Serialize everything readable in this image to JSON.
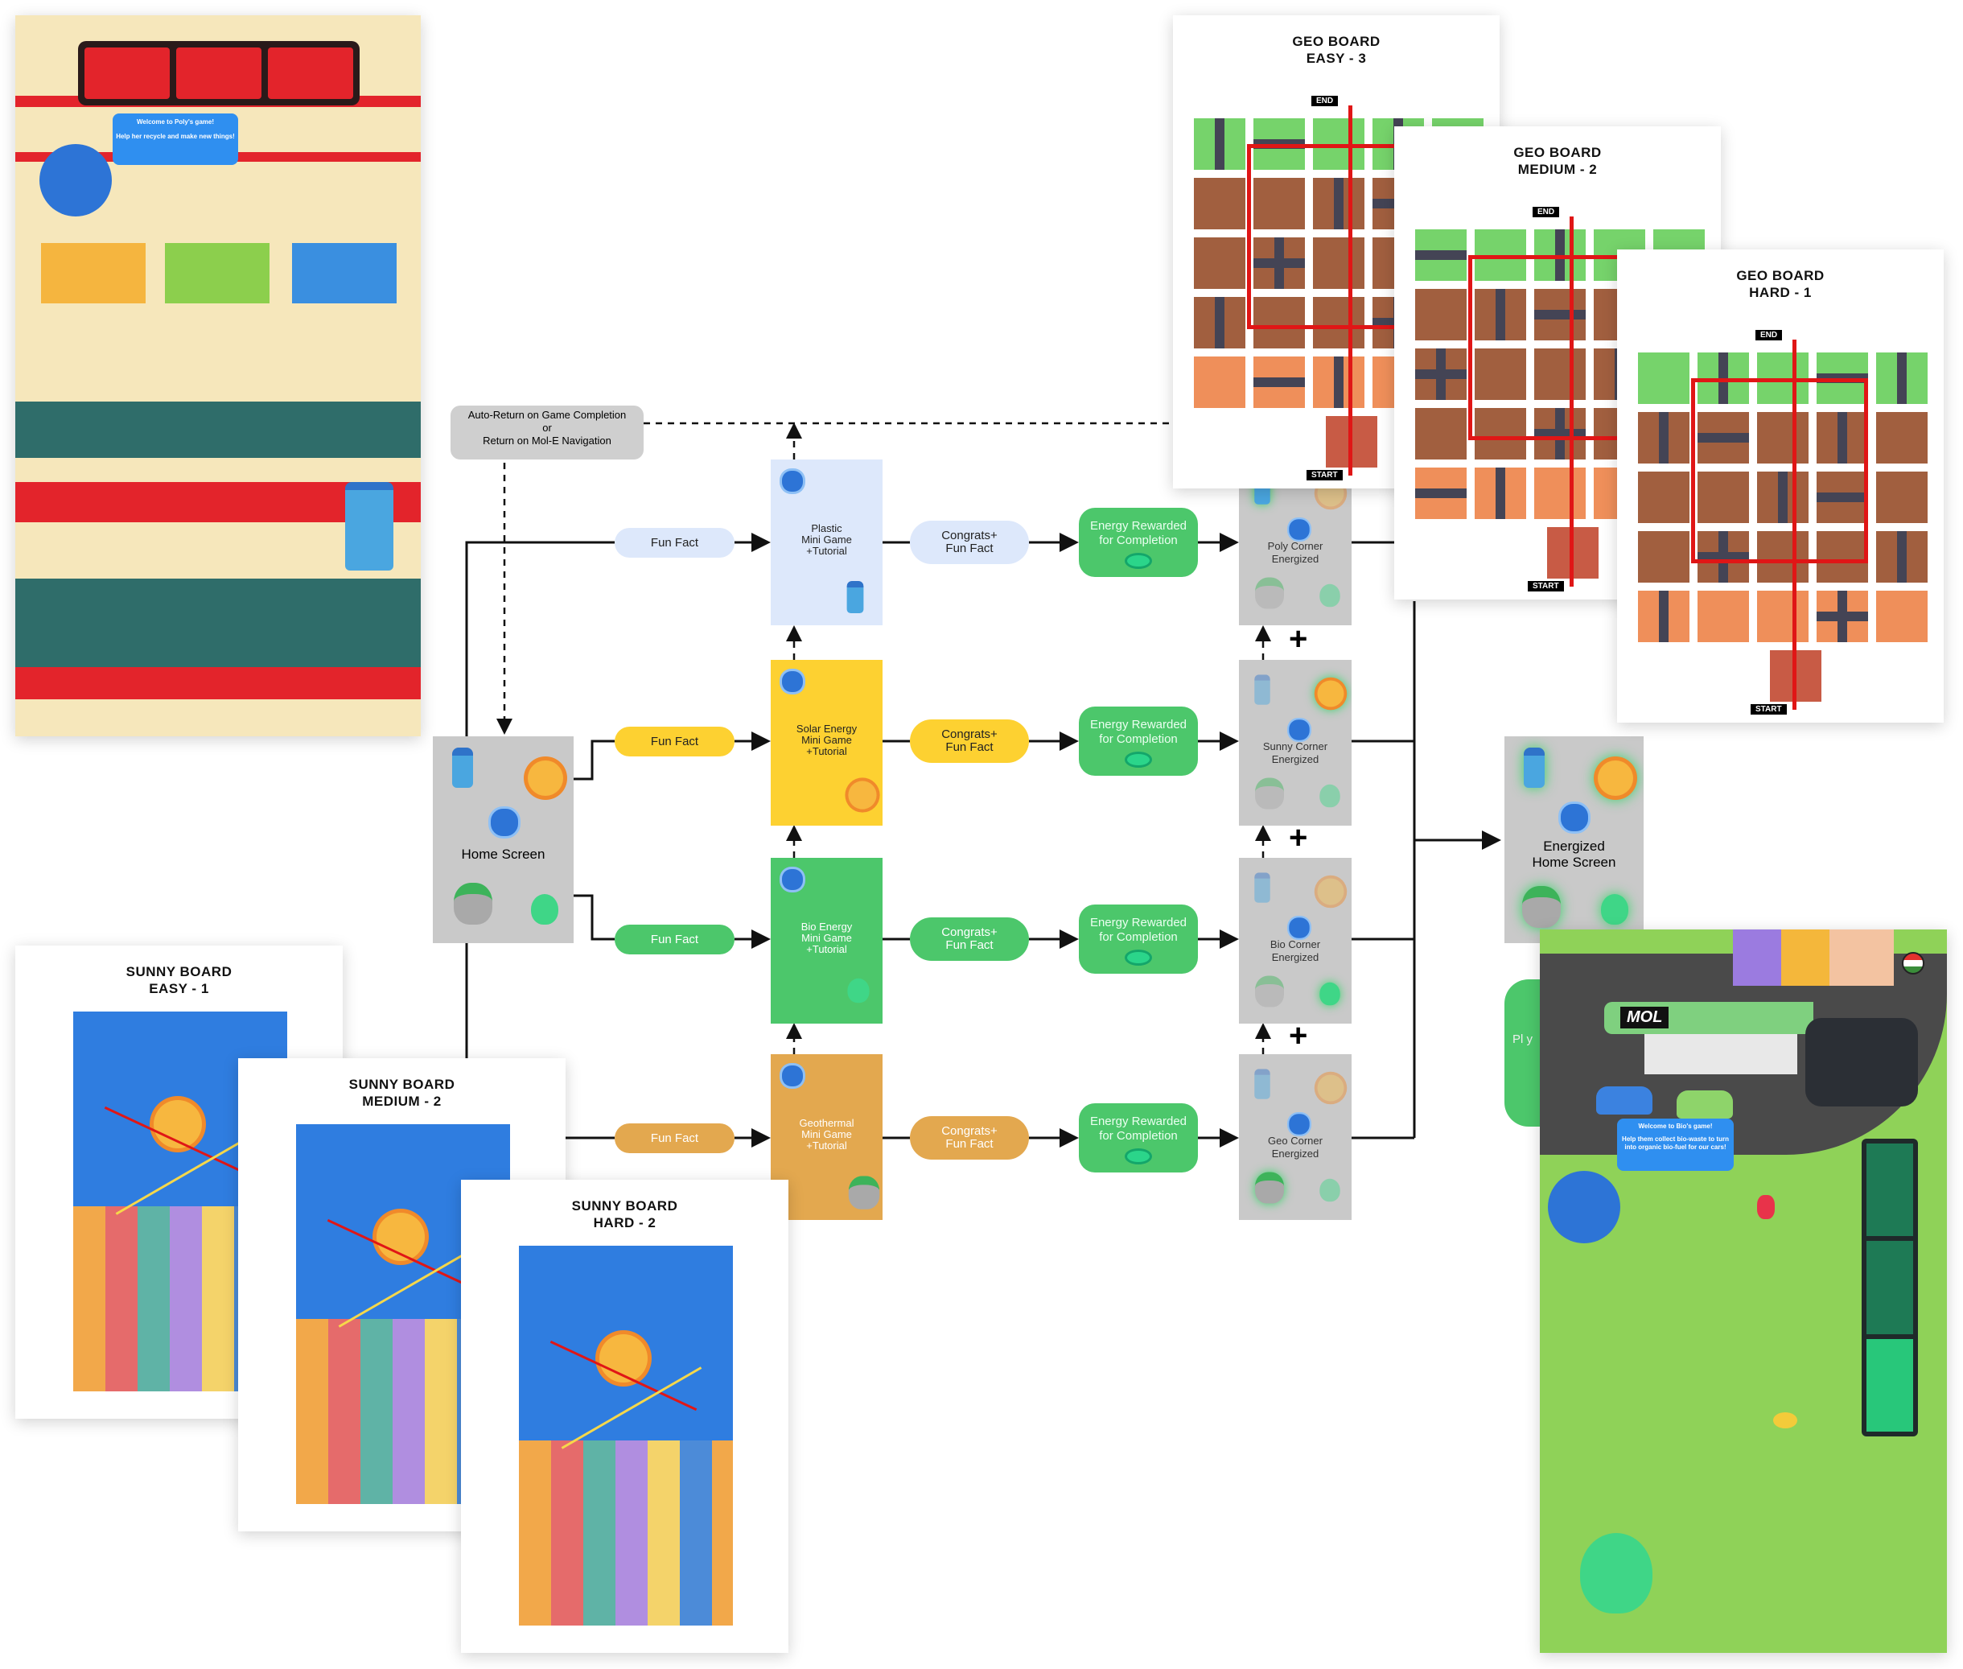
{
  "poly_game": {
    "speech_title": "Welcome to Poly's game!",
    "speech_body": "Help her recycle and make new things!"
  },
  "auto_return": {
    "line1": "Auto-Return on Game Completion",
    "line2": "or",
    "line3": "Return on Mol-E Navigation"
  },
  "home_screen": {
    "label": "Home Screen"
  },
  "rows": [
    {
      "fun_fact": "Fun Fact",
      "game": [
        "Plastic",
        "Mini Game",
        "+Tutorial"
      ],
      "congrats": [
        "Congrats+",
        "Fun Fact"
      ],
      "energy": [
        "Energy Rewarded",
        "for Completion"
      ],
      "corner": [
        "Poly Corner",
        "Energized"
      ],
      "color": "#dde8fb",
      "text_color": "#222222"
    },
    {
      "fun_fact": "Fun Fact",
      "game": [
        "Solar Energy",
        "Mini Game",
        "+Tutorial"
      ],
      "congrats": [
        "Congrats+",
        "Fun Fact"
      ],
      "energy": [
        "Energy Rewarded",
        "for Completion"
      ],
      "corner": [
        "Sunny Corner",
        "Energized"
      ],
      "color": "#fdd131",
      "text_color": "#222222"
    },
    {
      "fun_fact": "Fun Fact",
      "game": [
        "Bio Energy",
        "Mini Game",
        "+Tutorial"
      ],
      "congrats": [
        "Congrats+",
        "Fun Fact"
      ],
      "energy": [
        "Energy Rewarded",
        "for Completion"
      ],
      "corner": [
        "Bio Corner",
        "Energized"
      ],
      "color": "#4cc76b",
      "text_color": "#ffffff"
    },
    {
      "fun_fact": "Fun Fact",
      "game": [
        "Geothermal",
        "Mini Game",
        "+Tutorial"
      ],
      "congrats": [
        "Congrats+",
        "Fun Fact"
      ],
      "energy": [
        "Energy Rewarded",
        "for Completion"
      ],
      "corner": [
        "Geo Corner",
        "Energized"
      ],
      "color": "#e3a84f",
      "text_color": "#ffffff"
    }
  ],
  "plus_symbol": "+",
  "energized_home": {
    "line1": "Energized",
    "line2": "Home Screen"
  },
  "partial_card": {
    "text": "Pl y"
  },
  "geo_boards": [
    {
      "title1": "GEO BOARD",
      "title2": "EASY - 3",
      "end": "END",
      "start": "START"
    },
    {
      "title1": "GEO BOARD",
      "title2": "MEDIUM  - 2",
      "end": "END",
      "start": "START"
    },
    {
      "title1": "GEO BOARD",
      "title2": "HARD - 1",
      "end": "END",
      "start": "START"
    }
  ],
  "sunny_boards": [
    {
      "title1": "SUNNY BOARD",
      "title2": "EASY - 1"
    },
    {
      "title1": "SUNNY BOARD",
      "title2": "MEDIUM  - 2"
    },
    {
      "title1": "SUNNY BOARD",
      "title2": "HARD - 2"
    }
  ],
  "bio_game": {
    "brand": "MOL",
    "speech_title": "Welcome to Bio's game!",
    "speech_body": "Help them collect bio-waste to turn into organic bio-fuel for our cars!"
  }
}
